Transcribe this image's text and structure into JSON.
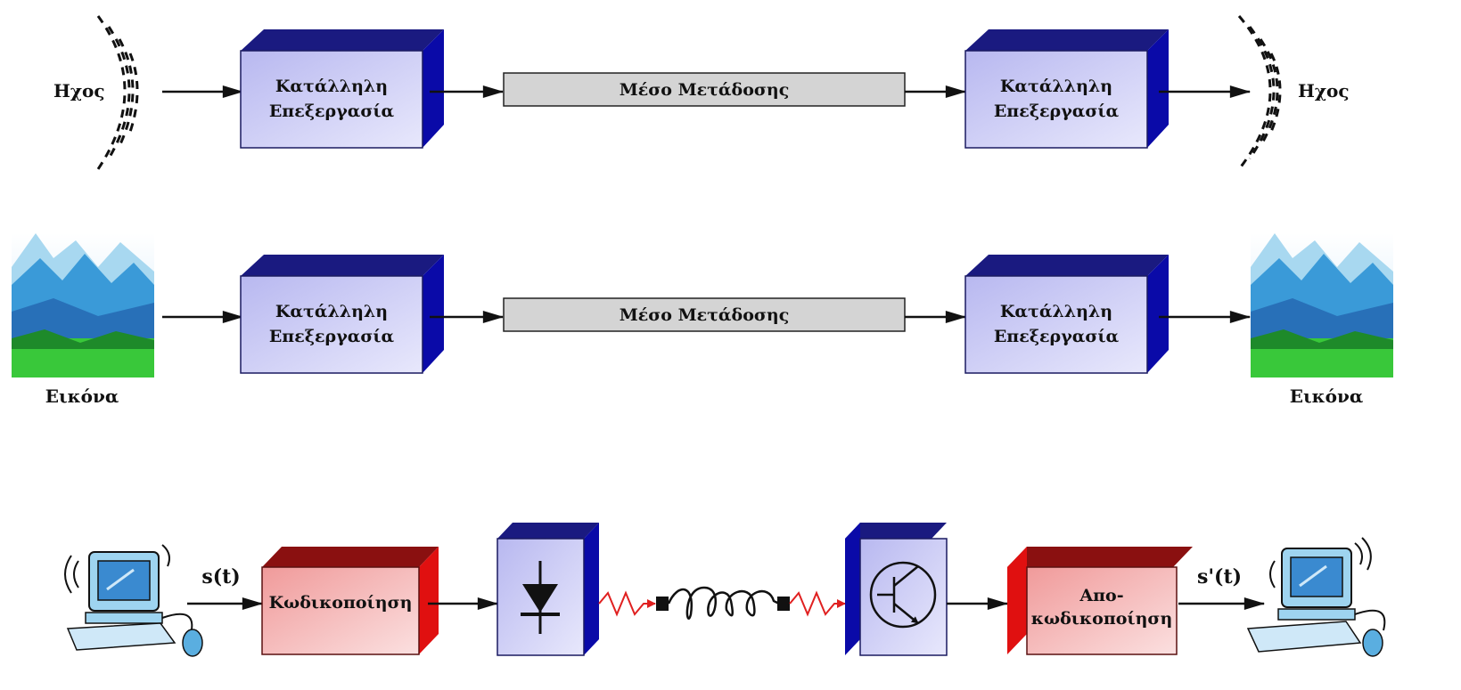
{
  "row1": {
    "input_label": "Ηχος",
    "proc_in": [
      "Κατάλληλη",
      "Επεξεργασία"
    ],
    "medium": "Μέσο Μετάδοσης",
    "proc_out": [
      "Κατάλληλη",
      "Επεξεργασία"
    ],
    "output_label": "Ηχος"
  },
  "row2": {
    "input_label": "Εικόνα",
    "proc_in": [
      "Κατάλληλη",
      "Επεξεργασία"
    ],
    "medium": "Μέσο Μετάδοσης",
    "proc_out": [
      "Κατάλληλη",
      "Επεξεργασία"
    ],
    "output_label": "Εικόνα"
  },
  "row3": {
    "signal_in": "s(t)",
    "encoder": "Κωδικοποίηση",
    "decoder": [
      "Απο-",
      "κωδικοποίηση"
    ],
    "signal_out": "s'(t)"
  },
  "colors": {
    "box_face": "#c8c8f4",
    "box_top": "#1a1a80",
    "box_side": "#0a0aa8",
    "red_face": "#f0a8a8",
    "red_top": "#8a1010",
    "red_side": "#e01010",
    "medium_fill": "#d4d4d4",
    "link_red": "#e02020"
  }
}
